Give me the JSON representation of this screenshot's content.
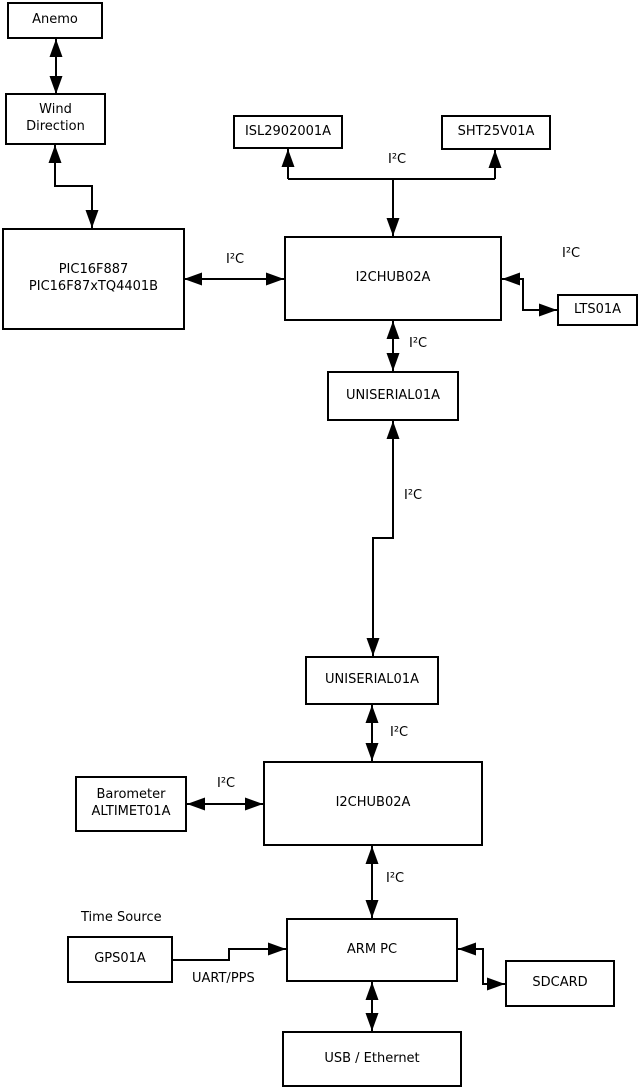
{
  "diagram": {
    "title_hint": "sensor-network block diagram",
    "colors": {
      "background": "#ffffff",
      "line": "#000000",
      "text": "#000000"
    },
    "nodes": {
      "anemo": {
        "label": "Anemo"
      },
      "wind_direction": {
        "label": "Wind\nDirection"
      },
      "pic": {
        "label": "PIC16F887\nPIC16F87xTQ4401B"
      },
      "isl": {
        "label": "ISL2902001A"
      },
      "sht": {
        "label": "SHT25V01A"
      },
      "hub_top": {
        "label": "I2CHUB02A"
      },
      "lts": {
        "label": "LTS01A"
      },
      "uniserial_top": {
        "label": "UNISERIAL01A"
      },
      "uniserial_bottom": {
        "label": "UNISERIAL01A"
      },
      "hub_bottom": {
        "label": "I2CHUB02A"
      },
      "barometer": {
        "label": "Barometer\nALTIMET01A"
      },
      "gps": {
        "label": "GPS01A"
      },
      "arm_pc": {
        "label": "ARM PC"
      },
      "sdcard": {
        "label": "SDCARD"
      },
      "usb_ethernet": {
        "label": "USB / Ethernet"
      }
    },
    "edge_labels": {
      "sensors_bus": "I²C",
      "pic_hub": "I²C",
      "lts_bus": "I²C",
      "hub_uniserial": "I²C",
      "uniserial_link": "I²C",
      "uniserial_hub2": "I²C",
      "barometer_hub2": "I²C",
      "hub2_armpc": "I²C",
      "gps_armpc": "UART/PPS",
      "time_source": "Time Source"
    }
  }
}
